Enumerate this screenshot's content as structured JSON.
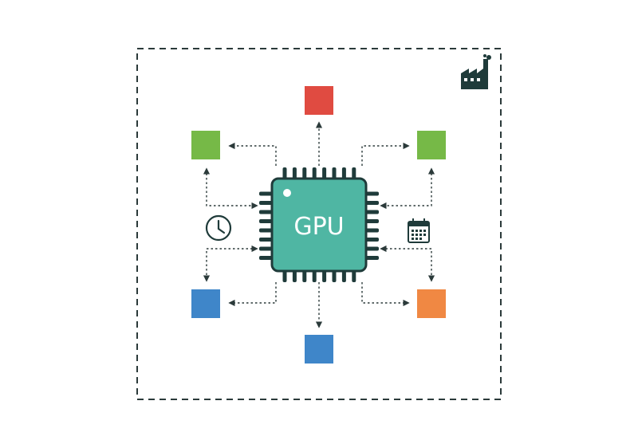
{
  "chip": {
    "label": "GPU",
    "fill_color": "#4fb6a3",
    "outline_color": "#1f3b3a"
  },
  "frame_color": "#2b3a3a",
  "connector_color": "#2b3a3a",
  "icons": {
    "corner": "factory-icon",
    "left": "clock-icon",
    "right": "calendar-icon"
  },
  "blocks": [
    {
      "position": "top",
      "color": "#e04b41"
    },
    {
      "position": "top-left",
      "color": "#76b947"
    },
    {
      "position": "top-right",
      "color": "#76b947"
    },
    {
      "position": "bottom-left",
      "color": "#3f86c9"
    },
    {
      "position": "bottom-right",
      "color": "#f08843"
    },
    {
      "position": "bottom",
      "color": "#3f86c9"
    }
  ]
}
